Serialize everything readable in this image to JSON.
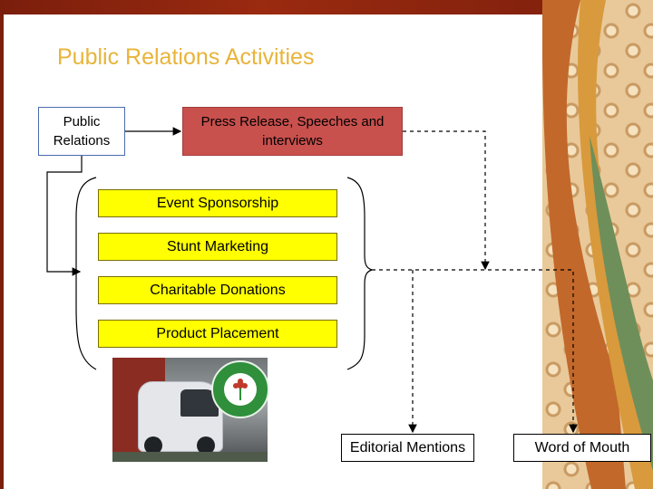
{
  "title": "Public Relations Activities",
  "nodes": {
    "public_relations": "Public Relations",
    "press_release": "Press Release, Speeches and interviews",
    "event_sponsorship": "Event Sponsorship",
    "stunt_marketing": "Stunt Marketing",
    "charitable_donations": "Charitable Donations",
    "product_placement": "Product Placement",
    "editorial_mentions": "Editorial Mentions",
    "word_of_mouth": "Word of Mouth"
  },
  "colors": {
    "title": "#e8b43a",
    "press_release_fill": "#c8504d",
    "activity_fill": "#ffff00",
    "frame": "#7a1e0c"
  },
  "icons": {
    "photo": "electric-car-photo",
    "logo": "flower-seal-icon"
  }
}
